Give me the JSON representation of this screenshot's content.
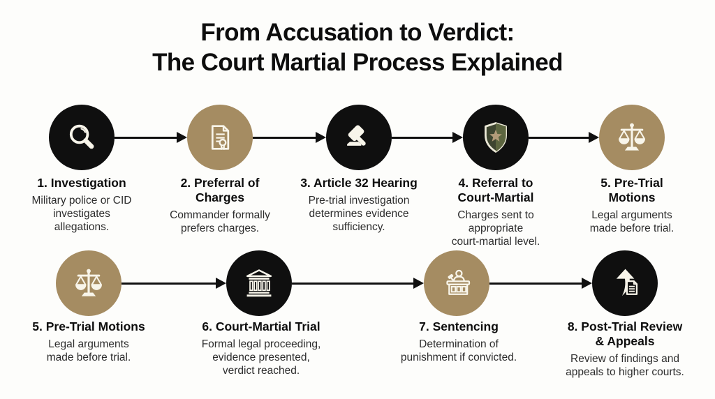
{
  "title": {
    "line1": "From Accusation to Verdict:",
    "line2": "The Court Martial Process Explained"
  },
  "colors": {
    "background": "#fdfdfb",
    "circle_black": "#0f0f0f",
    "circle_tan": "#a58c62",
    "heading_text": "#0d0d0d",
    "body_text": "#2d2d2d",
    "arrow": "#101010",
    "icon_white": "#f8f5ea",
    "shield_body": "#3e4530",
    "shield_body_light": "#5c653f",
    "shield_border": "#ebe8d7",
    "shield_star": "#b39b79"
  },
  "steps": [
    {
      "number": "1",
      "icon": "magnifier-icon",
      "circle_color": "black",
      "heading": "1. Investigation",
      "body": "Military police or CID\ninvestigates\nallegations."
    },
    {
      "number": "2",
      "icon": "certificate-icon",
      "circle_color": "tan",
      "heading": "2. Preferral of\nCharges",
      "body": "Commander formally\nprefers charges."
    },
    {
      "number": "3",
      "icon": "gavel-icon",
      "circle_color": "black",
      "heading": "3. Article 32 Hearing",
      "body": "Pre-trial investigation\ndetermines evidence\nsufficiency."
    },
    {
      "number": "4",
      "icon": "shield-icon",
      "circle_color": "black",
      "heading": "4. Referral to\nCourt-Martial",
      "body": "Charges sent to\nappropriate\ncourt-martial level."
    },
    {
      "number": "5",
      "icon": "scales-icon",
      "circle_color": "tan",
      "heading": "5. Pre-Trial\nMotions",
      "body": "Legal arguments\nmade before trial."
    },
    {
      "number": "5",
      "icon": "scales-icon",
      "circle_color": "tan",
      "heading": "5. Pre-Trial Motions",
      "body": "Legal arguments\nmade before trial."
    },
    {
      "number": "6",
      "icon": "courthouse-icon",
      "circle_color": "black",
      "heading": "6. Court-Martial Trial",
      "body": "Formal legal proceeding,\nevidence presented,\nverdict reached."
    },
    {
      "number": "7",
      "icon": "judge-icon",
      "circle_color": "tan",
      "heading": "7. Sentencing",
      "body": "Determination of\npunishment if convicted."
    },
    {
      "number": "8",
      "icon": "appeal-icon",
      "circle_color": "black",
      "heading": "8. Post-Trial Review\n& Appeals",
      "body": "Review of findings and\nappeals to higher courts."
    }
  ]
}
